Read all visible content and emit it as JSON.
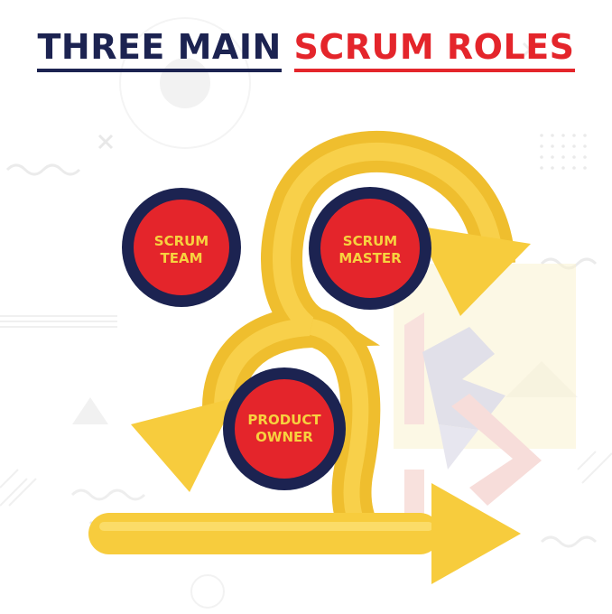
{
  "title": {
    "part1": "THREE MAIN",
    "part2": "SCRUM ROLES"
  },
  "roles": [
    {
      "lines": [
        "SCRUM",
        "TEAM"
      ]
    },
    {
      "lines": [
        "SCRUM",
        "MASTER"
      ]
    },
    {
      "lines": [
        "PRODUCT",
        "OWNER"
      ]
    }
  ],
  "colors": {
    "navy": "#1c2351",
    "red": "#e4252b",
    "yellow": "#f7cc3d",
    "yellow_dark": "#efbe2e",
    "text_yellow": "#f7d23f"
  }
}
